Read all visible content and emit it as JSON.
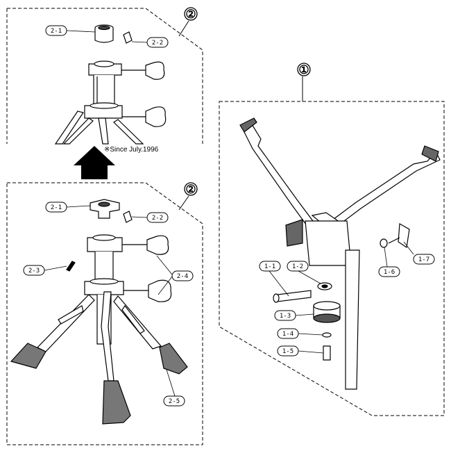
{
  "section_labels": {
    "top_assembly": "②",
    "lower_assembly": "②",
    "right_assembly": "①"
  },
  "note": "※Since July.1996",
  "callouts": {
    "top_2_1": "2-1",
    "top_2_2": "2-2",
    "bottom_2_1": "2-1",
    "bottom_2_2": "2-2",
    "bottom_2_3": "2-3",
    "bottom_2_4": "2-4",
    "bottom_2_5": "2-5",
    "r_1_1": "1-1",
    "r_1_2": "1-2",
    "r_1_3": "1-3",
    "r_1_4": "1-4",
    "r_1_5": "1-5",
    "r_1_6": "1-6",
    "r_1_7": "1-7"
  }
}
